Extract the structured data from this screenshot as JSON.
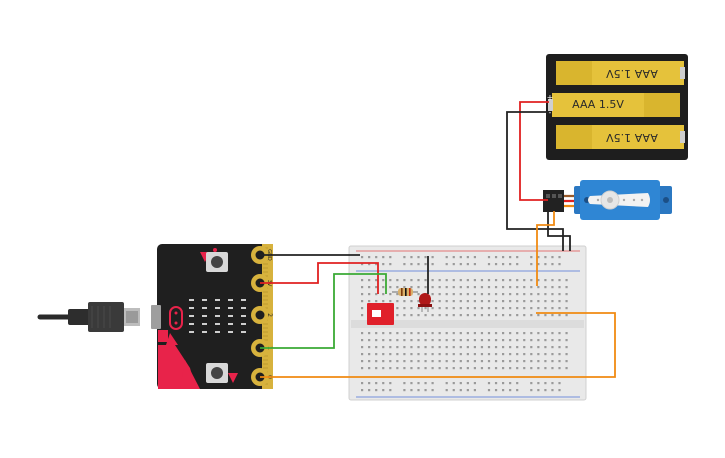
{
  "microbit": {
    "pins": {
      "gnd": "GND",
      "v3": "3V",
      "p2": "2",
      "p1": "1",
      "p0": "0"
    }
  },
  "battery_pack": {
    "cell_label": "AAA 1.5V",
    "plus": "+",
    "minus": "-"
  },
  "colors": {
    "board_black": "#1f1f1f",
    "microbit_pink": "#e8234a",
    "pin_gold": "#d7b23d",
    "battery_gold": "#e5c23b",
    "servo_blue": "#2b78c2",
    "wire_red": "#e02020",
    "wire_black": "#222222",
    "wire_orange": "#f08a12",
    "wire_green": "#3aaa35",
    "breadboard_bg": "#e9e9e9",
    "switch_red": "#e0202a",
    "led_red": "#b01818"
  }
}
